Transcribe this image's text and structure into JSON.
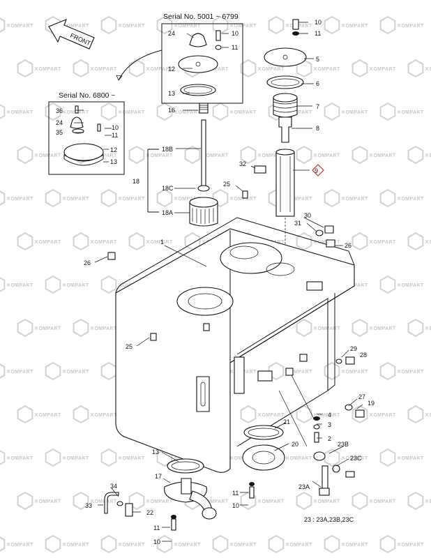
{
  "serial_top": "Serial No. 5001 ~ 6799",
  "serial_left": "Serial No. 6800 ~",
  "front_label": "FRONT",
  "watermark_text": "KOMPART",
  "footnote": "23 : 23A,23B,23C",
  "highlight_color": "#c0392b",
  "labels": {
    "l10a": "10",
    "l11a": "11",
    "l5": "5",
    "l6": "6",
    "l7": "7",
    "l8": "8",
    "l9": "9",
    "l24a": "24",
    "l10b": "10",
    "l11b": "11",
    "l12a": "12",
    "l13a": "13",
    "l16": "16",
    "l36": "36",
    "l24b": "24",
    "l35": "35",
    "l10c": "10",
    "l11c": "11",
    "l12b": "12",
    "l13b": "13",
    "l18B": "18B",
    "l18": "18",
    "l18C": "18C",
    "l18A": "18A",
    "l32": "32",
    "l25a": "25",
    "l30": "30",
    "l31": "31",
    "l26a": "26",
    "l1": "1",
    "l26b": "26",
    "l25b": "25",
    "l29": "29",
    "l28": "28",
    "l27": "27",
    "l19": "19",
    "l4": "4",
    "l3": "3",
    "l2": "2",
    "l21": "21",
    "l20": "20",
    "l23B": "23B",
    "l23C": "23C",
    "l23A": "23A",
    "l13c": "13",
    "l17": "17",
    "l34": "34",
    "l33": "33",
    "l22": "22",
    "l11d": "11",
    "l10d": "10",
    "l11e": "11",
    "l10e": "10"
  }
}
